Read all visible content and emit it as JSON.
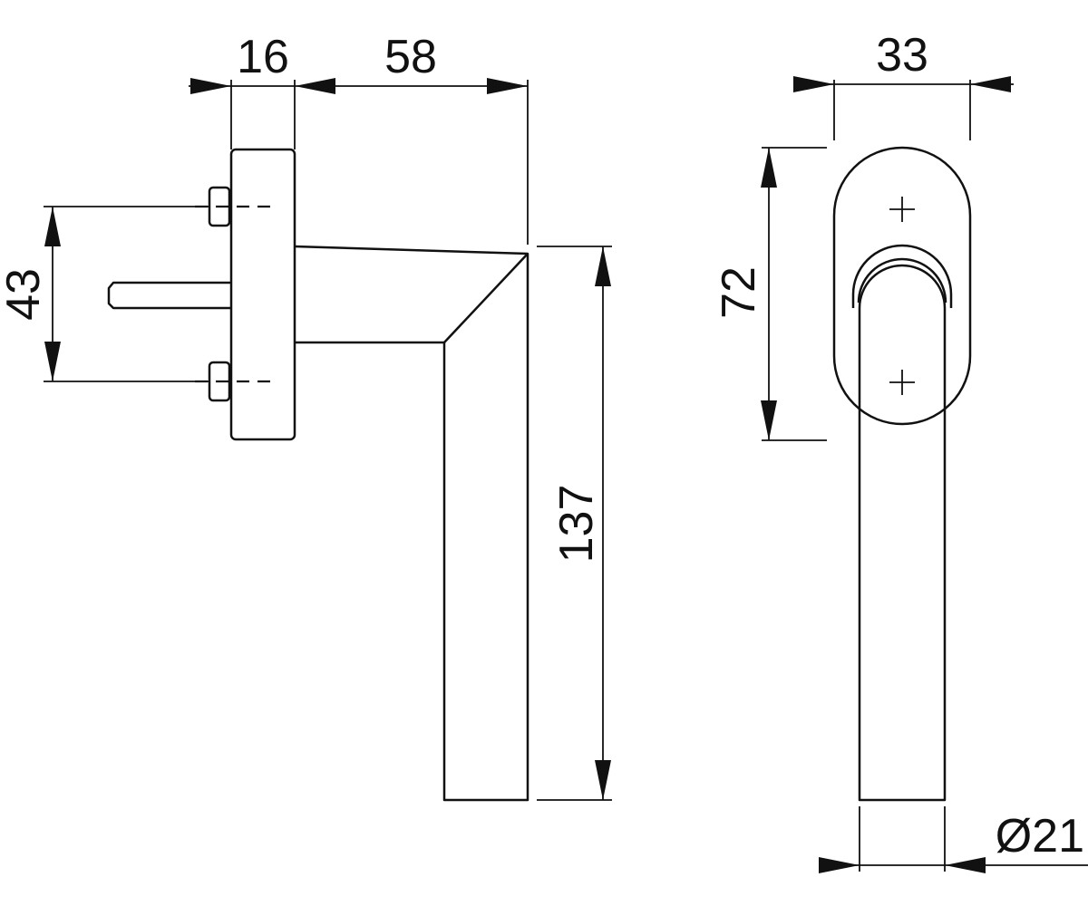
{
  "side_view": {
    "dim_rose_thickness": "16",
    "dim_handle_projection": "58",
    "dim_screw_spacing": "43",
    "dim_lever_length": "137"
  },
  "front_view": {
    "dim_rose_width": "33",
    "dim_rose_screw_spacing": "72",
    "dim_grip_diameter": "Ø21"
  }
}
